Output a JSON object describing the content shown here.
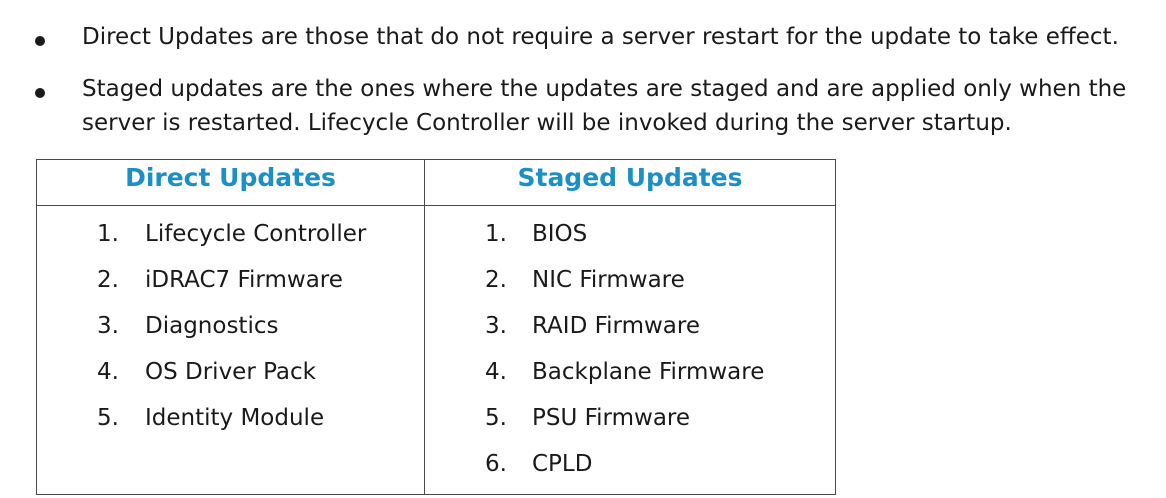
{
  "bullets": [
    {
      "lines": [
        "Direct Updates are those that do not require a server restart for the update to take effect."
      ]
    },
    {
      "lines": [
        "Staged updates are the ones where the updates are staged and are applied only when the",
        "server is restarted. Lifecycle Controller will be invoked during the server startup."
      ]
    }
  ],
  "table": {
    "headers": [
      "Direct Updates",
      "Staged Updates"
    ],
    "direct_updates": [
      {
        "num": "1.",
        "label": "Lifecycle Controller"
      },
      {
        "num": "2.",
        "label": "iDRAC7 Firmware"
      },
      {
        "num": "3.",
        "label": "Diagnostics"
      },
      {
        "num": "4.",
        "label": "OS Driver Pack"
      },
      {
        "num": "5.",
        "label": "Identity Module"
      }
    ],
    "staged_updates": [
      {
        "num": "1.",
        "label": "BIOS"
      },
      {
        "num": "2.",
        "label": "NIC Firmware"
      },
      {
        "num": "3.",
        "label": "RAID Firmware"
      },
      {
        "num": "4.",
        "label": "Backplane Firmware"
      },
      {
        "num": "5.",
        "label": "PSU Firmware"
      },
      {
        "num": "6.",
        "label": "CPLD"
      }
    ],
    "header_color": "#1b8fc6"
  }
}
